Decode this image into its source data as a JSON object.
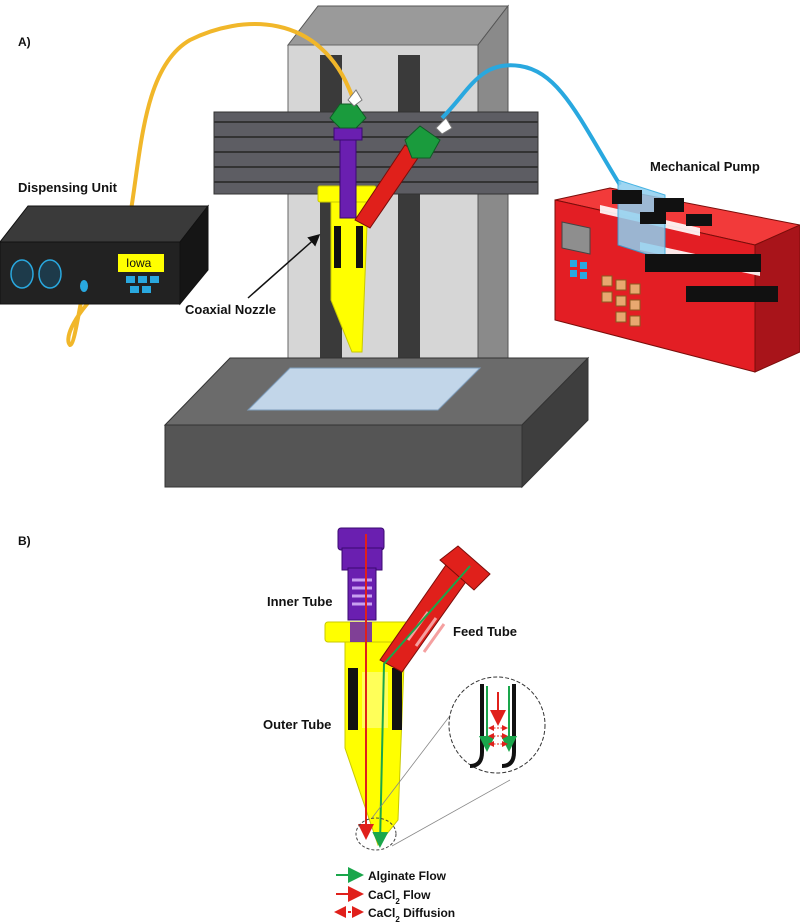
{
  "panel_a": {
    "letter": "A)",
    "labels": {
      "dispensing_unit": "Dispensing Unit",
      "mechanical_pump": "Mechanical Pump",
      "coaxial_nozzle": "Coaxial Nozzle",
      "screen_text": "Iowa"
    }
  },
  "panel_b": {
    "letter": "B)",
    "labels": {
      "inner_tube": "Inner Tube",
      "feed_tube": "Feed Tube",
      "outer_tube": "Outer Tube"
    },
    "legend": [
      {
        "text": "Alginate Flow",
        "color": "#1aa64b",
        "style": "solid"
      },
      {
        "text": "CaCl",
        "sub": "2",
        "suffix": " Flow",
        "color": "#e0201b",
        "style": "solid"
      },
      {
        "text": "CaCl",
        "sub": "2",
        "suffix": " Diffusion",
        "color": "#e0201b",
        "style": "dotted"
      }
    ]
  },
  "colors": {
    "tubing_yellow": "#f1b72a",
    "tubing_blue": "#29a8df",
    "nozzle_yellow": "#ffff00",
    "inner_purple": "#6a1fb0",
    "feed_red": "#e0201b",
    "pump_red": "#e31e24",
    "cap_green": "#1a9b3d"
  }
}
